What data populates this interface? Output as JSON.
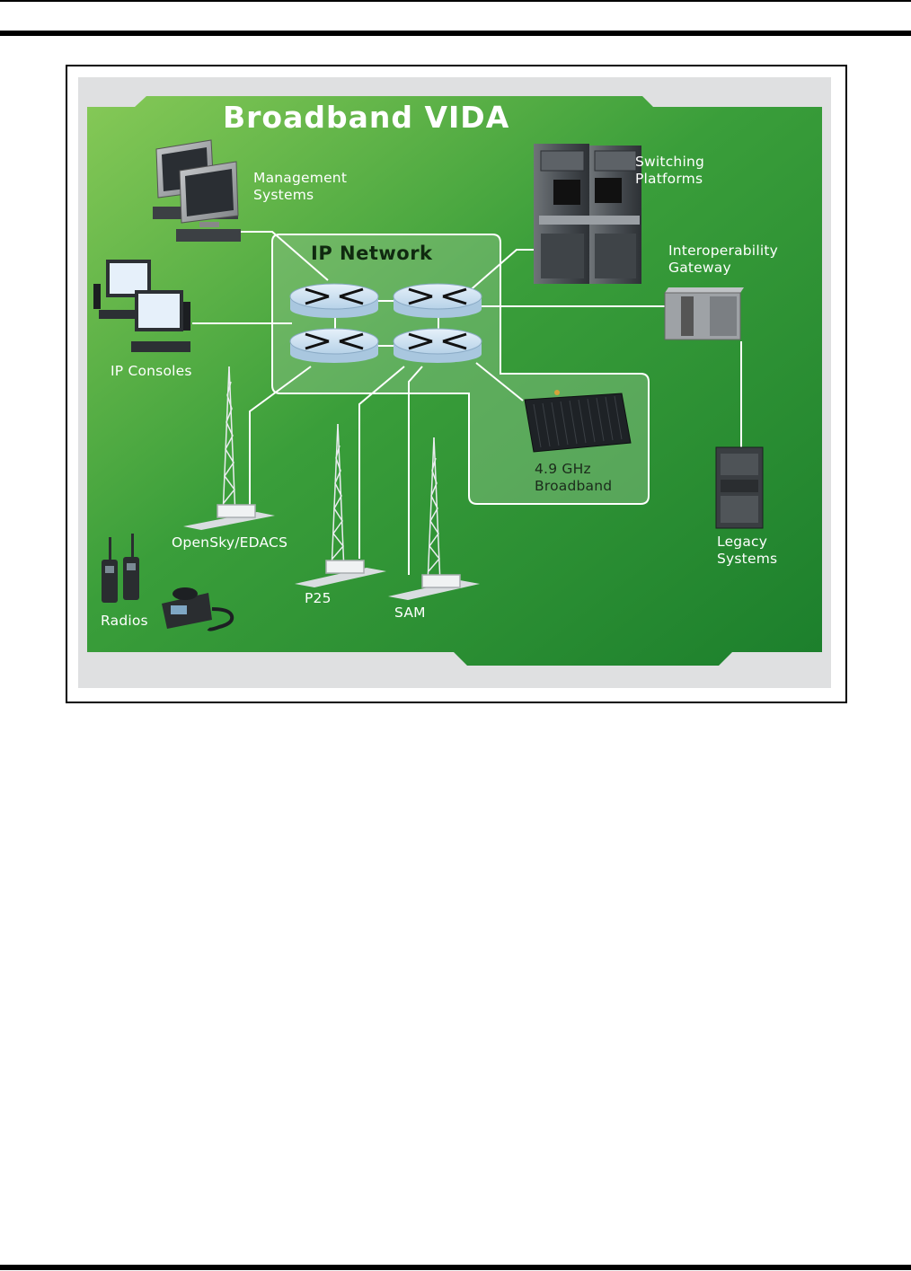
{
  "diagram": {
    "title": "Broadband VIDA",
    "network_title": "IP Network",
    "labels": {
      "management": [
        "Management",
        "Systems"
      ],
      "switching": [
        "Switching",
        "Platforms"
      ],
      "interop": [
        "Interoperability",
        "Gateway"
      ],
      "consoles": "IP Consoles",
      "broadband": [
        "4.9 GHz",
        "Broadband"
      ],
      "opensky": "OpenSky/EDACS",
      "p25": "P25",
      "sam": "SAM",
      "legacy": [
        "Legacy",
        "Systems"
      ],
      "radios": "Radios"
    },
    "colors": {
      "green_light": "#7cc34f",
      "green_dark": "#1f8a2e",
      "frame_gray": "#dfe0e1",
      "router_blue": "#c9dff0",
      "link_white": "#ffffff"
    }
  }
}
